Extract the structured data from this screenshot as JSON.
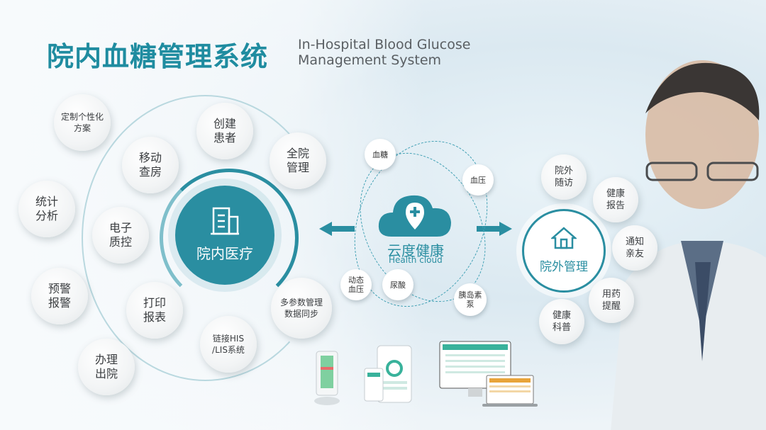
{
  "title": {
    "cn": "院内血糖管理系统",
    "en_line1": "In-Hospital Blood Glucose",
    "en_line2": "Management System"
  },
  "hub": {
    "label": "院内医疗",
    "icon": "building-icon"
  },
  "inner_features": [
    {
      "id": "create",
      "label": "创建\n患者"
    },
    {
      "id": "hospital",
      "label": "全院\n管理"
    },
    {
      "id": "mobile",
      "label": "移动\n查房"
    },
    {
      "id": "quality",
      "label": "电子\n质控"
    },
    {
      "id": "print",
      "label": "打印\n报表"
    },
    {
      "id": "his",
      "label": "链接HIS\n/LIS系统"
    },
    {
      "id": "sync",
      "label": "多参数管理\n数据同步"
    }
  ],
  "outer_features": [
    {
      "id": "custom",
      "label": "定制个性化\n方案"
    },
    {
      "id": "stats",
      "label": "统计\n分析"
    },
    {
      "id": "warning",
      "label": "预警\n报警"
    },
    {
      "id": "discharge",
      "label": "办理\n出院"
    }
  ],
  "cloud": {
    "cn": "云度健康",
    "en": "Health cloud",
    "satellites": [
      {
        "id": "glucose",
        "label": "血糖"
      },
      {
        "id": "bp",
        "label": "血压"
      },
      {
        "id": "dyn_bp",
        "label": "动态\n血压"
      },
      {
        "id": "uric",
        "label": "尿酸"
      },
      {
        "id": "insulin",
        "label": "胰岛素\n泵"
      }
    ]
  },
  "outside": {
    "label": "院外管理",
    "icon": "house-icon",
    "features": [
      {
        "id": "followup",
        "label": "院外\n随访"
      },
      {
        "id": "report",
        "label": "健康\n报告"
      },
      {
        "id": "notify",
        "label": "通知\n亲友"
      },
      {
        "id": "medicine",
        "label": "用药\n提醒"
      },
      {
        "id": "education",
        "label": "健康\n科普"
      }
    ]
  },
  "colors": {
    "accent": "#2a8ea1",
    "title": "#1f8ca0"
  }
}
